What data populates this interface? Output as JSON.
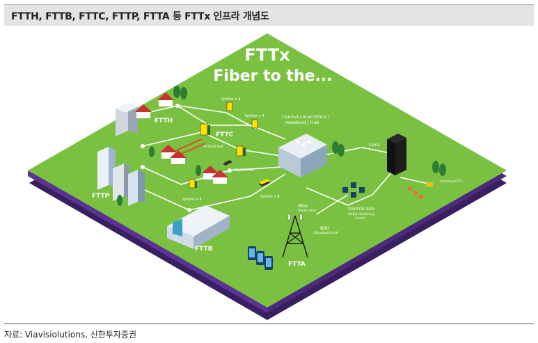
{
  "header": {
    "title": "FTTH, FTTB, FTTC, FTTP, FTTA 등 FTTx 인프라 개념도"
  },
  "diagram": {
    "headline_1": "FTTx",
    "headline_2": "Fiber to the...",
    "labels": {
      "ftth": "FTTH",
      "fttc": "FTTC",
      "fttp": "FTTP",
      "fttb": "FTTB",
      "ftta": "FTTA",
      "central_office_1": "Central-Local Office /",
      "central_office_2": "Headend / Hub",
      "core": "Core",
      "central_site": "Central Site",
      "central_site_sub_1": "Mobile Switching",
      "central_site_sub_2": "Center",
      "rru": "RRU",
      "rru_sub": "(Radio Unit)",
      "bbu": "BBU",
      "bbu_sub": "(Baseband Unit)",
      "splitter_top_1": "Splitter x 4",
      "splitter_top_2": "Splitter x 4",
      "splitter_bottom": "Splitter x 4",
      "splitter_bottom_2": "Splitter x 4",
      "xdsl": "xDSL/G.fast",
      "hfc": "HFC/DOCSIS",
      "installing": "Installing FTTx"
    },
    "colors": {
      "green_top": "#7ac142",
      "green_edge": "#4e8f2a",
      "purple_base": "#4b2a7a",
      "fiber_line": "#ffffff",
      "copper_line": "#d9531e"
    }
  },
  "footer": {
    "source": "자료: Viavisiolutions, 신한투자증권"
  }
}
